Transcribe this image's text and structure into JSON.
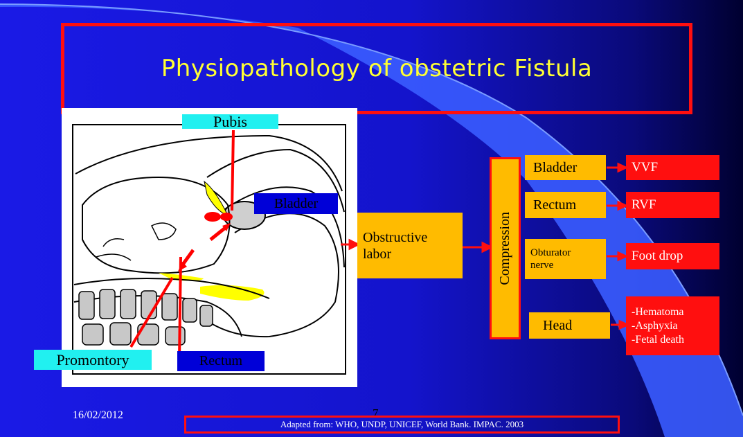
{
  "slide": {
    "title": "Physiopathology of obstetric Fistula",
    "date": "16/02/2012",
    "page_number": "7",
    "source": "Adapted  from: WHO, UNDP, UNICEF, World Bank. IMPAC. 2003"
  },
  "figure_labels": {
    "pubis": "Pubis",
    "bladder": "Bladder",
    "promontory": "Promontory",
    "rectum": "Rectum"
  },
  "flow": {
    "cause": "Obstructive labor",
    "mechanism": "Compression",
    "organs": [
      {
        "organ": "Bladder",
        "outcome": "VVF"
      },
      {
        "organ": "Rectum",
        "outcome": "RVF"
      },
      {
        "organ": "Obturator nerve",
        "outcome": "Foot drop"
      },
      {
        "organ": "Head",
        "outcome_lines": [
          "-Hematoma",
          "-Asphyxia",
          "-Fetal death"
        ]
      }
    ]
  },
  "colors": {
    "title_text": "#ffff33",
    "frame_red": "#ff0f0f",
    "box_orange": "#ffbb00",
    "label_cyan": "#21f0f0",
    "label_blue": "#0000d8",
    "background_blue": "#1414cc"
  }
}
